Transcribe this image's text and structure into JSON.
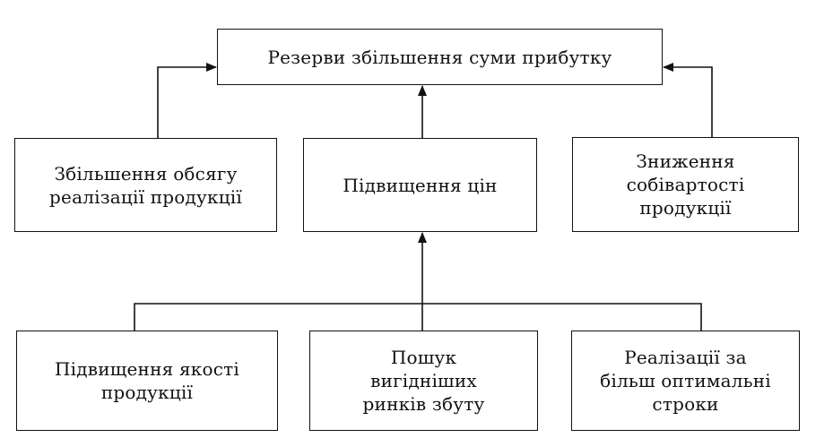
{
  "diagram": {
    "root": "Резерви збільшення суми прибутку",
    "level1": {
      "volume": "Збільшення обсягу\nреалізації продукції",
      "prices": "Підвищення цін",
      "cost": "Зниження\nсобівартості\nпродукції"
    },
    "level2": {
      "quality": "Підвищення якості\nпродукції",
      "markets": "Пошук\nвигідніших\nринків збуту",
      "timing": "Реалізації за\nбільш оптимальні\nстроки"
    }
  }
}
